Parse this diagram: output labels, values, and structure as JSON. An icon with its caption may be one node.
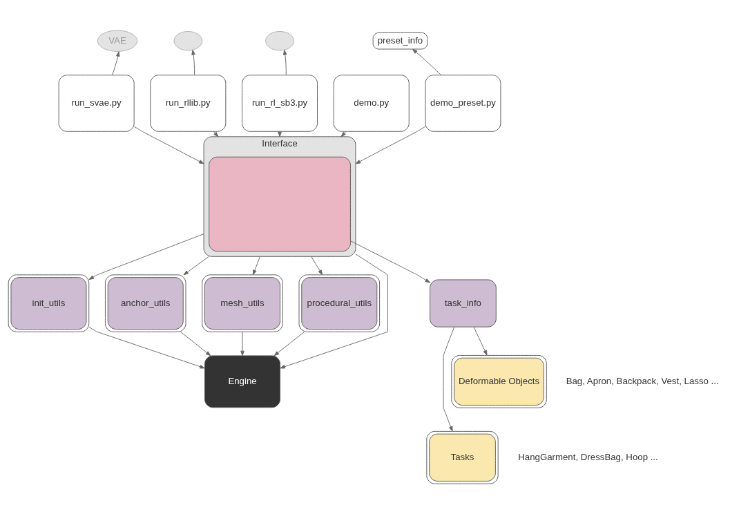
{
  "diagram": {
    "nodes": [
      {
        "text": [
          "VAE"
        ]
      },
      {
        "text": [],
        "shape": "circle"
      },
      {
        "text": [],
        "shape": "circle"
      },
      {
        "text": [
          "preset_info"
        ]
      },
      {
        "text": [
          "run_svae.py"
        ]
      },
      {
        "text": [
          "run_rllib.py"
        ]
      },
      {
        "text": [
          "run_rl_sb3.py"
        ]
      },
      {
        "text": [
          "demo.py"
        ]
      },
      {
        "text": [
          "demo_preset.py"
        ]
      },
      {
        "text": [
          "Interface"
        ]
      },
      {
        "text": [],
        "shape": "box",
        "in": 9
      },
      {
        "text": [
          "task_info"
        ]
      },
      {
        "text": [
          "Deformable Objects"
        ],
        "beside": [
          "Bag, Apron, Backpack, Vest, Lasso ..."
        ]
      },
      {
        "text": [
          "Tasks"
        ],
        "beside": [
          "HangGarment, DressBag, Hoop ..."
        ]
      },
      {
        "text": [
          "init_utils"
        ]
      },
      {
        "text": [
          "anchor_utils"
        ]
      },
      {
        "text": [
          "mesh_utils"
        ]
      },
      {
        "text": [
          "procedural_utils"
        ]
      },
      {
        "text": [
          "Engine"
        ]
      }
    ],
    "edges": [
      {
        "from": 4,
        "to": 0,
        "arrow": "to"
      },
      {
        "from": 5,
        "to": 1,
        "arrow": "to"
      },
      {
        "from": 6,
        "to": 2,
        "arrow": "to"
      },
      {
        "from": 8,
        "to": 3,
        "arrow": "to"
      },
      {
        "from": 4,
        "to": 9,
        "arrow": "to"
      },
      {
        "from": 5,
        "to": 9,
        "arrow": "to"
      },
      {
        "from": 6,
        "to": 9,
        "arrow": "to"
      },
      {
        "from": 7,
        "to": 9,
        "arrow": "to"
      },
      {
        "from": 8,
        "to": 9,
        "arrow": "to"
      },
      {
        "from": 10,
        "to": 11,
        "arrow": "to"
      },
      {
        "from": 11,
        "to": 12,
        "arrow": "to"
      },
      {
        "from": 11,
        "to": 13,
        "arrow": "to"
      },
      {
        "from": 9,
        "to": 14,
        "arrow": "to"
      },
      {
        "from": 9,
        "to": 15,
        "arrow": "to"
      },
      {
        "from": 9,
        "to": 16,
        "arrow": "to"
      },
      {
        "from": 9,
        "to": 17,
        "arrow": "to"
      },
      {
        "from": 9,
        "to": 18,
        "arrow": "to"
      },
      {
        "from": 14,
        "to": 18,
        "arrow": "to"
      },
      {
        "from": 15,
        "to": 18,
        "arrow": "to"
      },
      {
        "from": 16,
        "to": 18,
        "arrow": "to"
      },
      {
        "from": 17,
        "to": 18,
        "arrow": "to"
      }
    ]
  }
}
